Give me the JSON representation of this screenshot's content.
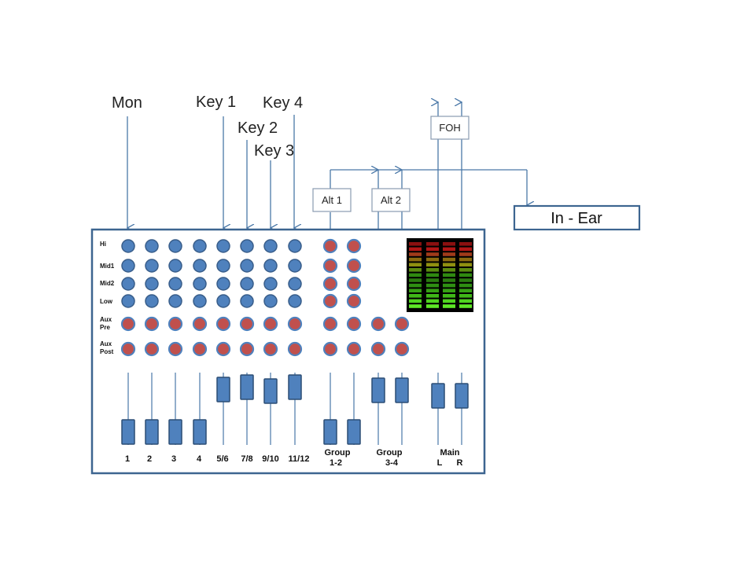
{
  "inputs": [
    {
      "label": "Mon"
    },
    {
      "label": "Key 1"
    },
    {
      "label": "Key 2"
    },
    {
      "label": "Key 3"
    },
    {
      "label": "Key 4"
    }
  ],
  "boxes": {
    "alt1": "Alt 1",
    "alt2": "Alt 2",
    "foh": "FOH",
    "in_ear": "In - Ear"
  },
  "mixer": {
    "row_labels": [
      {
        "lines": [
          "Hi"
        ]
      },
      {
        "lines": [
          "Mid1"
        ]
      },
      {
        "lines": [
          "Mid2"
        ]
      },
      {
        "lines": [
          "Low"
        ]
      },
      {
        "lines": [
          "Aux",
          "Pre"
        ]
      },
      {
        "lines": [
          "Aux",
          "Post"
        ]
      }
    ],
    "channel_labels": [
      {
        "lines": [
          "1"
        ]
      },
      {
        "lines": [
          "2"
        ]
      },
      {
        "lines": [
          "3"
        ]
      },
      {
        "lines": [
          "4"
        ]
      },
      {
        "lines": [
          "5/6"
        ]
      },
      {
        "lines": [
          "7/8"
        ]
      },
      {
        "lines": [
          "9/10"
        ]
      },
      {
        "lines": [
          "11/12"
        ]
      },
      {
        "lines": [
          "Group",
          "1-2"
        ]
      },
      {
        "lines": [
          "Group",
          "3-4"
        ]
      },
      {
        "lines": [
          "Main",
          "L      R"
        ]
      }
    ],
    "colors": {
      "eq_knob": "#4f81bd",
      "group_eq_knob": "#c0504d",
      "aux_knob": "#c0504d"
    },
    "meter_icon": "led-level-meter-icon"
  }
}
